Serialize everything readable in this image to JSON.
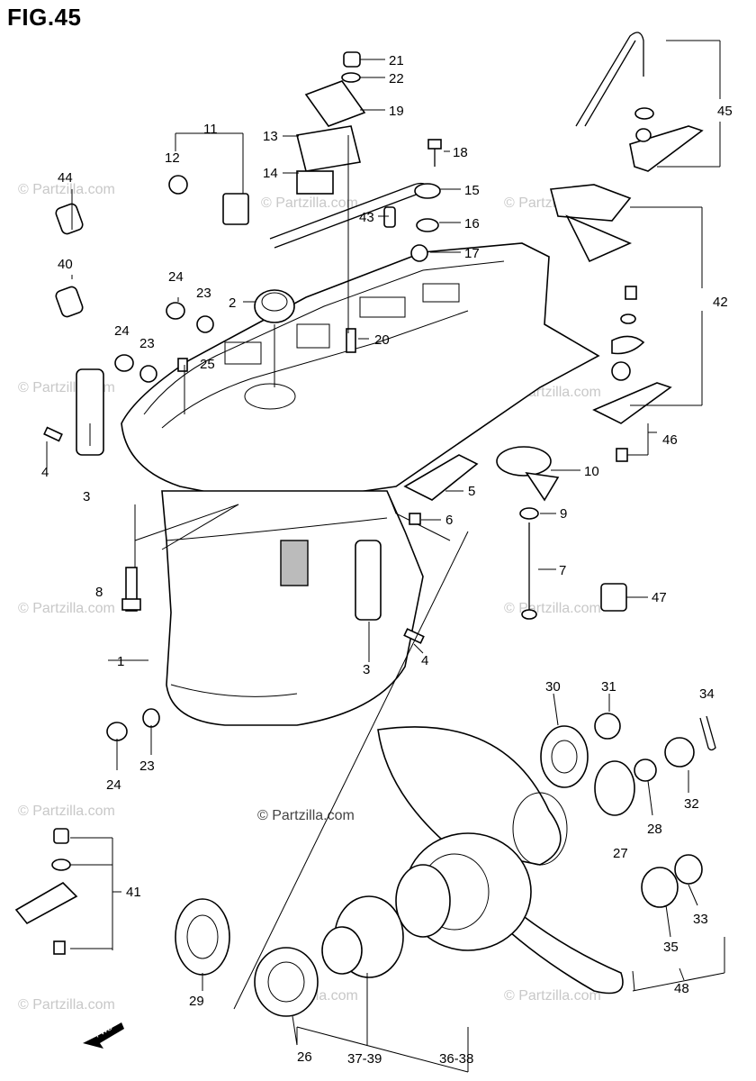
{
  "figure_title": "FIG.45",
  "watermark": "© Partzilla.com",
  "watermark_small": "© Partzilla.com",
  "front_marker": "FWD",
  "callouts": {
    "c1": "1",
    "c2": "2",
    "c3a": "3",
    "c3b": "3",
    "c4a": "4",
    "c4b": "4",
    "c5": "5",
    "c6": "6",
    "c7": "7",
    "c8": "8",
    "c9": "9",
    "c10": "10",
    "c11": "11",
    "c12": "12",
    "c13": "13",
    "c14": "14",
    "c15": "15",
    "c16": "16",
    "c17": "17",
    "c18": "18",
    "c19": "19",
    "c20": "20",
    "c21": "21",
    "c22": "22",
    "c23a": "23",
    "c23b": "23",
    "c23c": "23",
    "c24a": "24",
    "c24b": "24",
    "c24c": "24",
    "c25": "25",
    "c26": "26",
    "c27": "27",
    "c28": "28",
    "c29": "29",
    "c30": "30",
    "c31": "31",
    "c32": "32",
    "c33": "33",
    "c34": "34",
    "c35": "35",
    "c36": "36-38",
    "c37": "37-39",
    "c40": "40",
    "c41": "41",
    "c42": "42",
    "c43": "43",
    "c44": "44",
    "c45": "45",
    "c46": "46",
    "c47": "47",
    "c48": "48"
  }
}
